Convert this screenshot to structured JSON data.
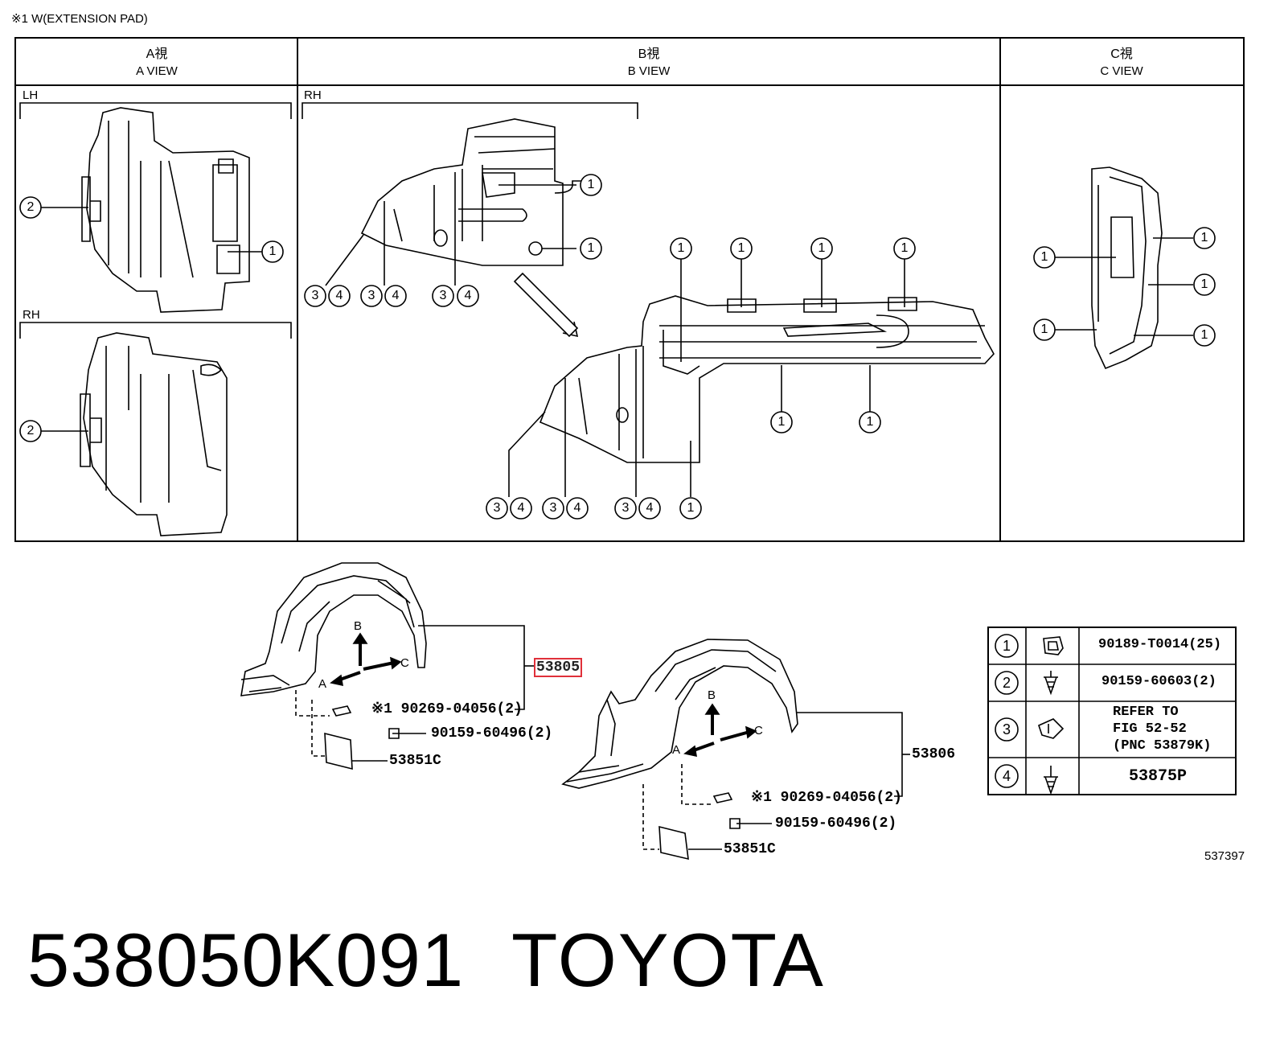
{
  "note": "※1 W(EXTENSION PAD)",
  "views": {
    "a": {
      "jp": "A視",
      "en": "A VIEW"
    },
    "b": {
      "jp": "B視",
      "en": "B VIEW"
    },
    "c": {
      "jp": "C視",
      "en": "C VIEW"
    }
  },
  "sides": {
    "lh": "LH",
    "rh_a": "RH",
    "rh_b": "RH"
  },
  "callouts": {
    "n1": "1",
    "n2": "2",
    "n3": "3",
    "n4": "4"
  },
  "parts": {
    "liner_lh": "53805",
    "liner_rh": "53806",
    "pad_lh": "53851C",
    "pad_rh": "53851C",
    "clip_lh": "※1 90269-04056(2)",
    "clip_rh": "※1 90269-04056(2)",
    "screw_lh": "90159-60496(2)",
    "screw_rh": "90159-60496(2)"
  },
  "arrows": {
    "a": "A",
    "b": "B",
    "c": "C"
  },
  "legend": [
    {
      "num": "1",
      "part": "90189-T0014(25)"
    },
    {
      "num": "2",
      "part": "90159-60603(2)"
    },
    {
      "num": "3",
      "part_lines": [
        "REFER TO",
        "FIG 52-52",
        "(PNC 53879K)"
      ]
    },
    {
      "num": "4",
      "part": "53875P"
    }
  ],
  "figure_number": "537397",
  "part_number": "538050K091",
  "brand": "TOYOTA"
}
